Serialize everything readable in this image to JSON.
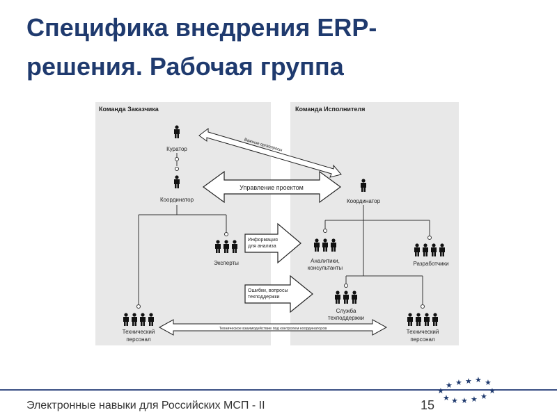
{
  "slide": {
    "title_line1": "Специфика внедрения ERP-",
    "title_line2": "решения. Рабочая группа",
    "footer": "Электронные навыки для Российских МСП - II",
    "page_number": "15"
  },
  "diagram": {
    "left_header": "Команда Заказчика",
    "right_header": "Команда Исполнителя",
    "curator": "Куратор",
    "coordinator_client": "Координатор",
    "experts": "Эксперты",
    "tech_staff_client_1": "Технический",
    "tech_staff_client_2": "персонал",
    "coordinator_vendor": "Координатор",
    "analysts_1": "Аналитики,",
    "analysts_2": "консультанты",
    "developers": "Разработчики",
    "support_1": "Служба",
    "support_2": "техподдержки",
    "tech_staff_vendor_1": "Технический",
    "tech_staff_vendor_2": "персонал",
    "arrow_important": "Важные оргвопросы",
    "arrow_management": "Управление проектом",
    "arrow_info_1": "Информация",
    "arrow_info_2": "для анализа",
    "arrow_errors_1": "Ошибки, вопросы",
    "arrow_errors_2": "техподдержки",
    "arrow_tech": "Техническое взаимодействие под контролем координаторов"
  },
  "colors": {
    "title": "#1f3a6e",
    "panel": "#e9e9e9",
    "figure": "#111111",
    "logo": "#1f3a6e"
  }
}
